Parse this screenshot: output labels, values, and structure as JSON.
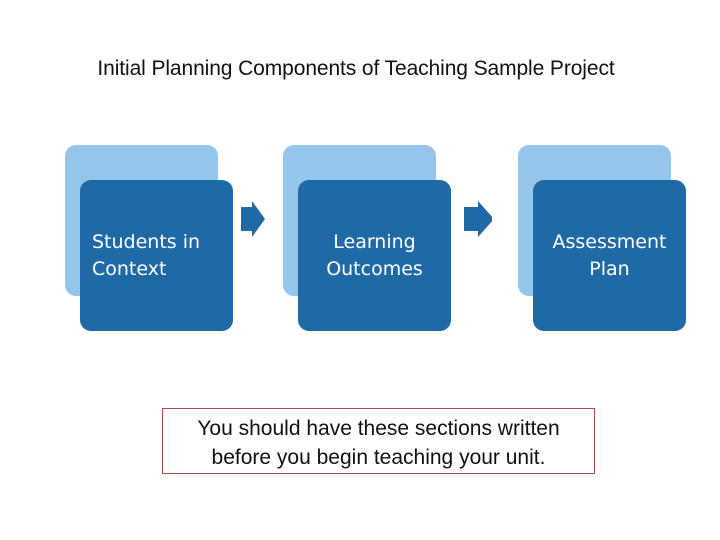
{
  "title": "Initial Planning Components of Teaching Sample Project",
  "colors": {
    "dark_box": "#1f6aa6",
    "light_box": "#94c5ea",
    "arrow": "#1f6aa6",
    "note_border": "#b24a4a"
  },
  "steps": [
    {
      "lines": [
        "Students in",
        "Context"
      ],
      "align": "left"
    },
    {
      "lines": [
        "Learning",
        "Outcomes"
      ],
      "align": "center"
    },
    {
      "lines": [
        "Assessment",
        "Plan"
      ],
      "align": "center"
    }
  ],
  "arrows": [
    "arrow-right-icon",
    "arrow-right-icon"
  ],
  "note": {
    "lines": [
      "You should have these sections written",
      "before you begin teaching your unit."
    ]
  }
}
